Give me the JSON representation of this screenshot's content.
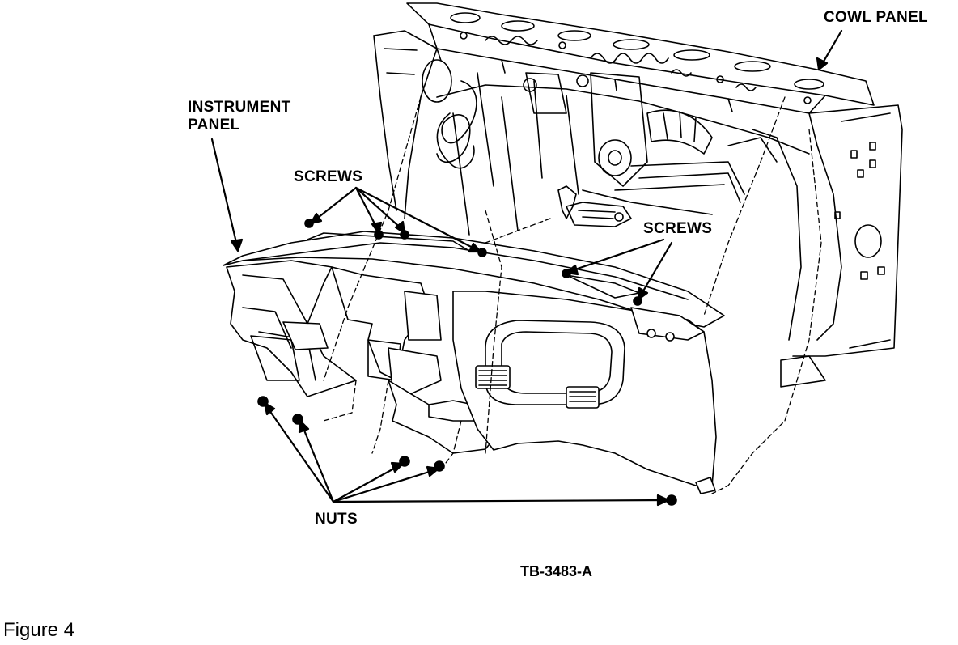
{
  "labels": {
    "cowl_panel": "COWL PANEL",
    "instrument_panel_line1": "INSTRUMENT",
    "instrument_panel_line2": "PANEL",
    "screws_left": "SCREWS",
    "screws_right": "SCREWS",
    "nuts": "NUTS",
    "drawing_code": "TB-3483-A",
    "figure_caption": "Figure 4"
  },
  "colors": {
    "ink": "#000000",
    "paper": "#ffffff"
  }
}
